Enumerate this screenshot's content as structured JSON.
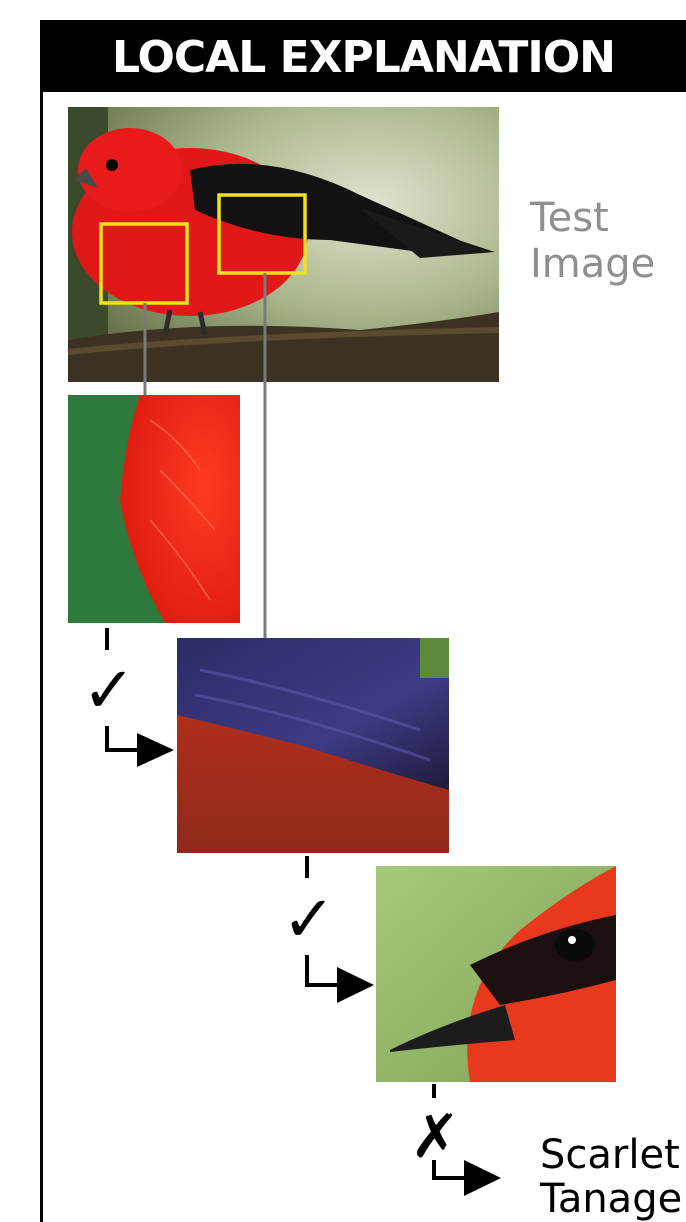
{
  "header": {
    "title": "LOCAL EXPLANATION"
  },
  "test_image": {
    "label_line1": "Test",
    "label_line2": "Image"
  },
  "decisions": [
    {
      "symbol": "✓",
      "result": "yes"
    },
    {
      "symbol": "✓",
      "result": "yes"
    },
    {
      "symbol": "✗",
      "result": "no"
    }
  ],
  "output": {
    "line1": "Scarlet",
    "line2": "Tanage"
  },
  "colors": {
    "highlight_box": "#f2e21a",
    "connector": "#7a7a7a"
  }
}
